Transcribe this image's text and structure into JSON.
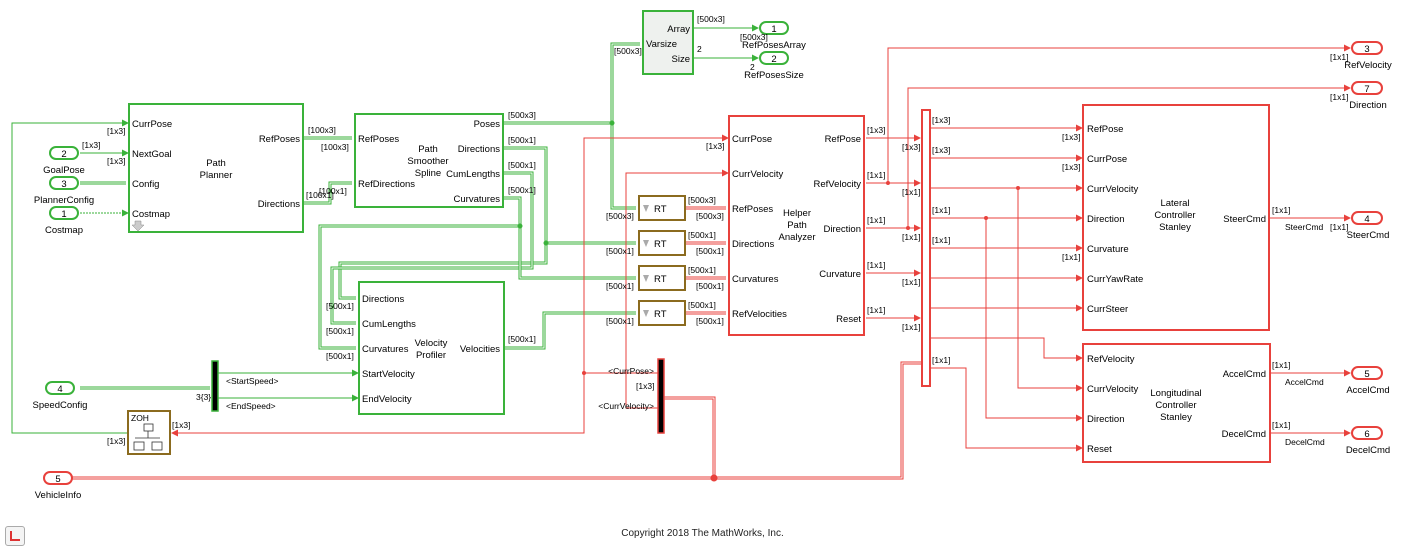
{
  "copyright": "Copyright 2018 The MathWorks, Inc.",
  "colors": {
    "green": "#3ab23a",
    "red": "#e8413c",
    "rt_border": "#8b6b1f"
  },
  "inports_left": {
    "goal": {
      "num": "2",
      "name": "GoalPose"
    },
    "planner": {
      "num": "3",
      "name": "PlannerConfig"
    },
    "costmap": {
      "num": "1",
      "name": "Costmap"
    },
    "speed": {
      "num": "4",
      "name": "SpeedConfig"
    },
    "vehicle": {
      "num": "5",
      "name": "VehicleInfo"
    }
  },
  "outports": {
    "array": {
      "num": "1",
      "name": "RefPosesArray"
    },
    "size": {
      "num": "2",
      "name": "RefPosesSize"
    },
    "refvel": {
      "num": "3",
      "name": "RefVelocity"
    },
    "dir": {
      "num": "7",
      "name": "Direction"
    },
    "steer": {
      "num": "4",
      "name": "SteerCmd"
    },
    "accel": {
      "num": "5",
      "name": "AccelCmd"
    },
    "decel": {
      "num": "6",
      "name": "DecelCmd"
    }
  },
  "path_planner": {
    "title": [
      "Path",
      "Planner"
    ],
    "in": [
      "CurrPose",
      "NextGoal",
      "Config",
      "Costmap"
    ],
    "out": [
      "RefPoses",
      "Directions"
    ]
  },
  "smoother": {
    "title": [
      "Path",
      "Smoother",
      "Spline"
    ],
    "in": [
      "RefPoses",
      "RefDirections"
    ],
    "out": [
      "Poses",
      "Directions",
      "CumLengths",
      "Curvatures"
    ]
  },
  "varsize": {
    "in": "Varsize",
    "out": [
      "Array",
      "Size"
    ]
  },
  "velocity_profiler": {
    "title": [
      "Velocity",
      "Profiler"
    ],
    "in": [
      "Directions",
      "CumLengths",
      "Curvatures",
      "StartVelocity",
      "EndVelocity"
    ],
    "out": "Velocities"
  },
  "analyzer": {
    "title": [
      "Helper",
      "Path",
      "Analyzer"
    ],
    "in": [
      "CurrPose",
      "CurrVelocity",
      "RefPoses",
      "Directions",
      "Curvatures",
      "RefVelocities"
    ],
    "out": [
      "RefPose",
      "RefVelocity",
      "Direction",
      "Curvature",
      "Reset"
    ]
  },
  "lateral": {
    "title": [
      "Lateral",
      "Controller",
      "Stanley"
    ],
    "in": [
      "RefPose",
      "CurrPose",
      "CurrVelocity",
      "Direction",
      "Curvature",
      "CurrYawRate",
      "CurrSteer"
    ],
    "out": "SteerCmd"
  },
  "longitudinal": {
    "title": [
      "Longitudinal",
      "Controller",
      "Stanley"
    ],
    "in": [
      "RefVelocity",
      "CurrVelocity",
      "Direction",
      "Reset"
    ],
    "out": [
      "AccelCmd",
      "DecelCmd"
    ]
  },
  "rt_label": "RT",
  "zoh_label": "ZOH",
  "bus_selector_speed": [
    "<StartSpeed>",
    "<EndSpeed>"
  ],
  "bus_selector_vehicle": [
    "<CurrPose>",
    "<CurrVelocity>"
  ],
  "signal_labels": {
    "s1x3": "[1x3]",
    "s1x1": "[1x1]",
    "s100x3": "[100x3]",
    "s100x1": "[100x1]",
    "s500x3": "[500x3]",
    "s500x1": "[500x1]",
    "s3_3": "3{3}",
    "two": "2"
  }
}
